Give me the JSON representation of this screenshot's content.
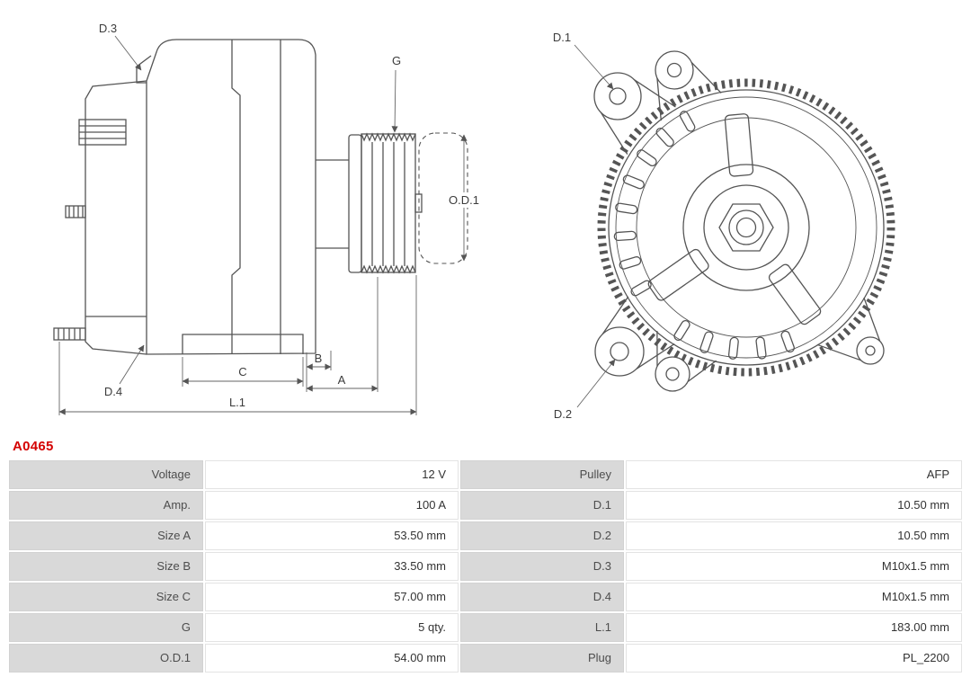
{
  "part_number": "A0465",
  "colors": {
    "part_number_red": "#d40000",
    "table_label_bg": "#d9d9d9",
    "table_value_bg": "#ffffff",
    "drawing_line": "#555555"
  },
  "diagram": {
    "side_view": {
      "labels": {
        "d3": "D.3",
        "d4": "D.4",
        "g": "G",
        "od1": "O.D.1",
        "a": "A",
        "b": "B",
        "c": "C",
        "l1": "L.1"
      }
    },
    "rear_view": {
      "labels": {
        "d1": "D.1",
        "d2": "D.2"
      }
    }
  },
  "specs": {
    "rows": [
      {
        "label1": "Voltage",
        "value1": "12 V",
        "label2": "Pulley",
        "value2": "AFP"
      },
      {
        "label1": "Amp.",
        "value1": "100 A",
        "label2": "D.1",
        "value2": "10.50 mm"
      },
      {
        "label1": "Size A",
        "value1": "53.50 mm",
        "label2": "D.2",
        "value2": "10.50 mm"
      },
      {
        "label1": "Size B",
        "value1": "33.50 mm",
        "label2": "D.3",
        "value2": "M10x1.5 mm"
      },
      {
        "label1": "Size C",
        "value1": "57.00 mm",
        "label2": "D.4",
        "value2": "M10x1.5 mm"
      },
      {
        "label1": "G",
        "value1": "5 qty.",
        "label2": "L.1",
        "value2": "183.00 mm"
      },
      {
        "label1": "O.D.1",
        "value1": "54.00 mm",
        "label2": "Plug",
        "value2": "PL_2200"
      }
    ]
  }
}
